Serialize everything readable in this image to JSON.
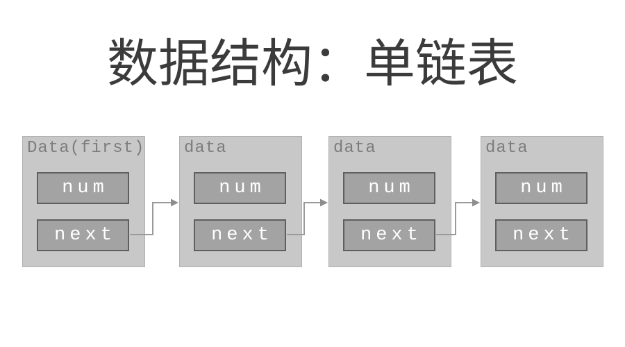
{
  "title": "数据结构：单链表",
  "diagram": {
    "type": "singly-linked-list",
    "nodes": [
      {
        "label": "Data(first)",
        "fields": [
          "num",
          "next"
        ]
      },
      {
        "label": "data",
        "fields": [
          "num",
          "next"
        ]
      },
      {
        "label": "data",
        "fields": [
          "num",
          "next"
        ]
      },
      {
        "label": "data",
        "fields": [
          "num",
          "next"
        ]
      }
    ],
    "links": [
      {
        "source": 0,
        "source_field": "next",
        "target": 1
      },
      {
        "source": 1,
        "source_field": "next",
        "target": 2
      },
      {
        "source": 2,
        "source_field": "next",
        "target": 3
      }
    ]
  },
  "colors": {
    "title_text": "#3b3b3b",
    "node_fill": "#c8c8c8",
    "node_border": "#b0b0b0",
    "label_text": "#7d7d7d",
    "field_fill": "#a3a3a3",
    "field_border": "#5f5f5f",
    "field_text": "#ffffff",
    "arrow_line": "#9a9a9a",
    "arrow_head": "#8d8d8d"
  }
}
